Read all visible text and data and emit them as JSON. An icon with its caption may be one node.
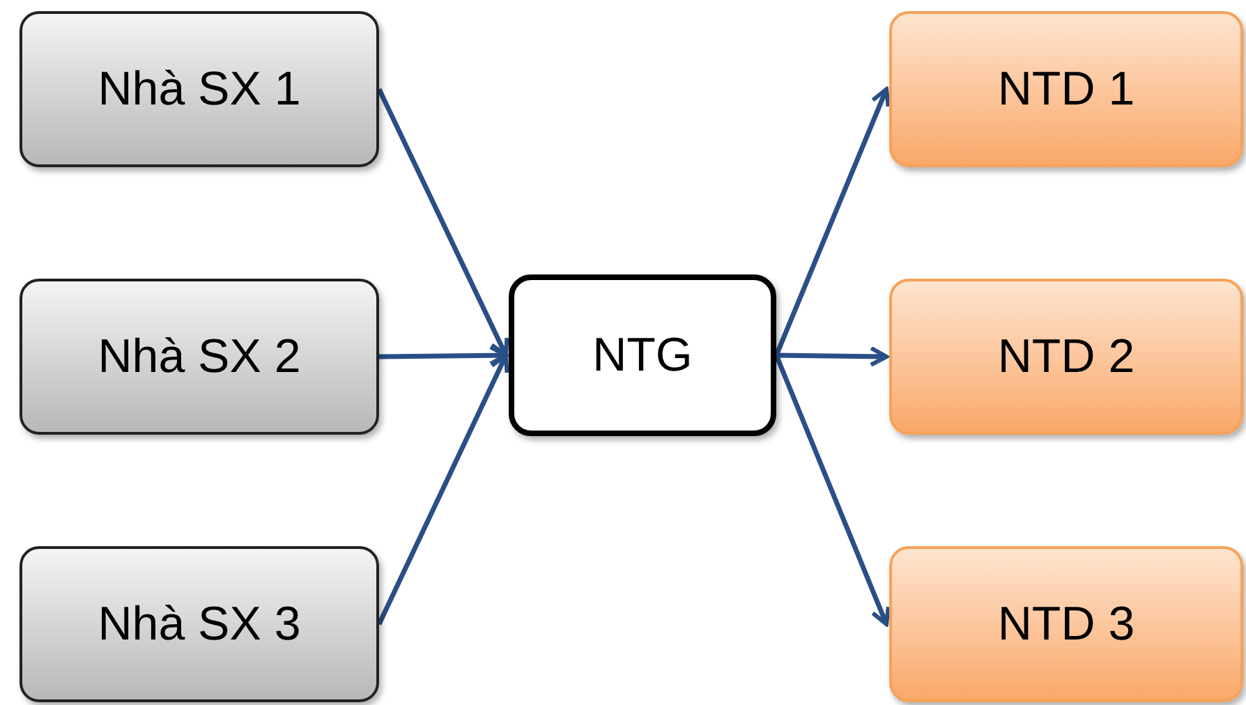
{
  "diagram": {
    "nodes": [
      {
        "text": [
          "Nhà SX 1"
        ]
      },
      {
        "text": [
          "Nhà SX 2"
        ]
      },
      {
        "text": [
          "Nhà SX 3"
        ]
      },
      {
        "text": [
          "NTG"
        ]
      },
      {
        "text": [
          "NTD 1"
        ]
      },
      {
        "text": [
          "NTD 2"
        ]
      },
      {
        "text": [
          "NTD 3"
        ]
      }
    ],
    "edges": [
      {
        "from": 0,
        "to": 3,
        "arrow": "to"
      },
      {
        "from": 1,
        "to": 3,
        "arrow": "to"
      },
      {
        "from": 2,
        "to": 3,
        "arrow": "to"
      },
      {
        "from": 3,
        "to": 4,
        "arrow": "to"
      },
      {
        "from": 3,
        "to": 5,
        "arrow": "to"
      },
      {
        "from": 3,
        "to": 6,
        "arrow": "to"
      }
    ]
  }
}
